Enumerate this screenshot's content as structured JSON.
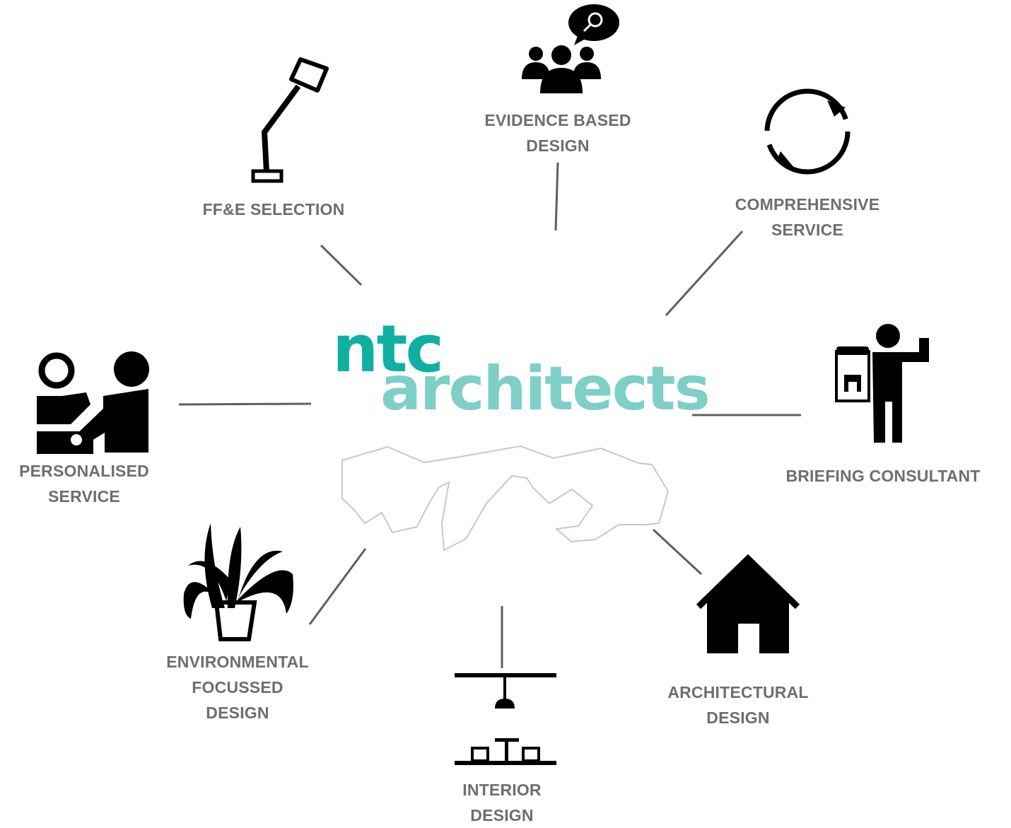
{
  "logo": {
    "line1": "ntc",
    "line2": "architects",
    "color_primary": "#0fb0a2",
    "color_secondary": "#7ecfc6"
  },
  "services": {
    "evidence": [
      "EVIDENCE BASED",
      "DESIGN"
    ],
    "ffe": [
      "FF&E SELECTION"
    ],
    "comprehensive": [
      "COMPREHENSIVE",
      "SERVICE"
    ],
    "personalised": [
      "PERSONALISED",
      "SERVICE"
    ],
    "briefing": [
      "BRIEFING CONSULTANT"
    ],
    "environmental": [
      "ENVIRONMENTAL",
      "FOCUSSED",
      "DESIGN"
    ],
    "architectural": [
      "ARCHITECTURAL",
      "DESIGN"
    ],
    "interior": [
      "INTERIOR",
      "DESIGN"
    ]
  },
  "colors": {
    "label": "#6e6e6e",
    "connector": "#5f5f5f",
    "icon": "#000000",
    "map_outline": "#c8c8c8"
  },
  "icons": [
    "people-search-icon",
    "desk-lamp-icon",
    "refresh-cycle-icon",
    "consultation-icon",
    "presenter-icon",
    "potted-plant-icon",
    "house-icon",
    "furniture-layout-icon"
  ]
}
